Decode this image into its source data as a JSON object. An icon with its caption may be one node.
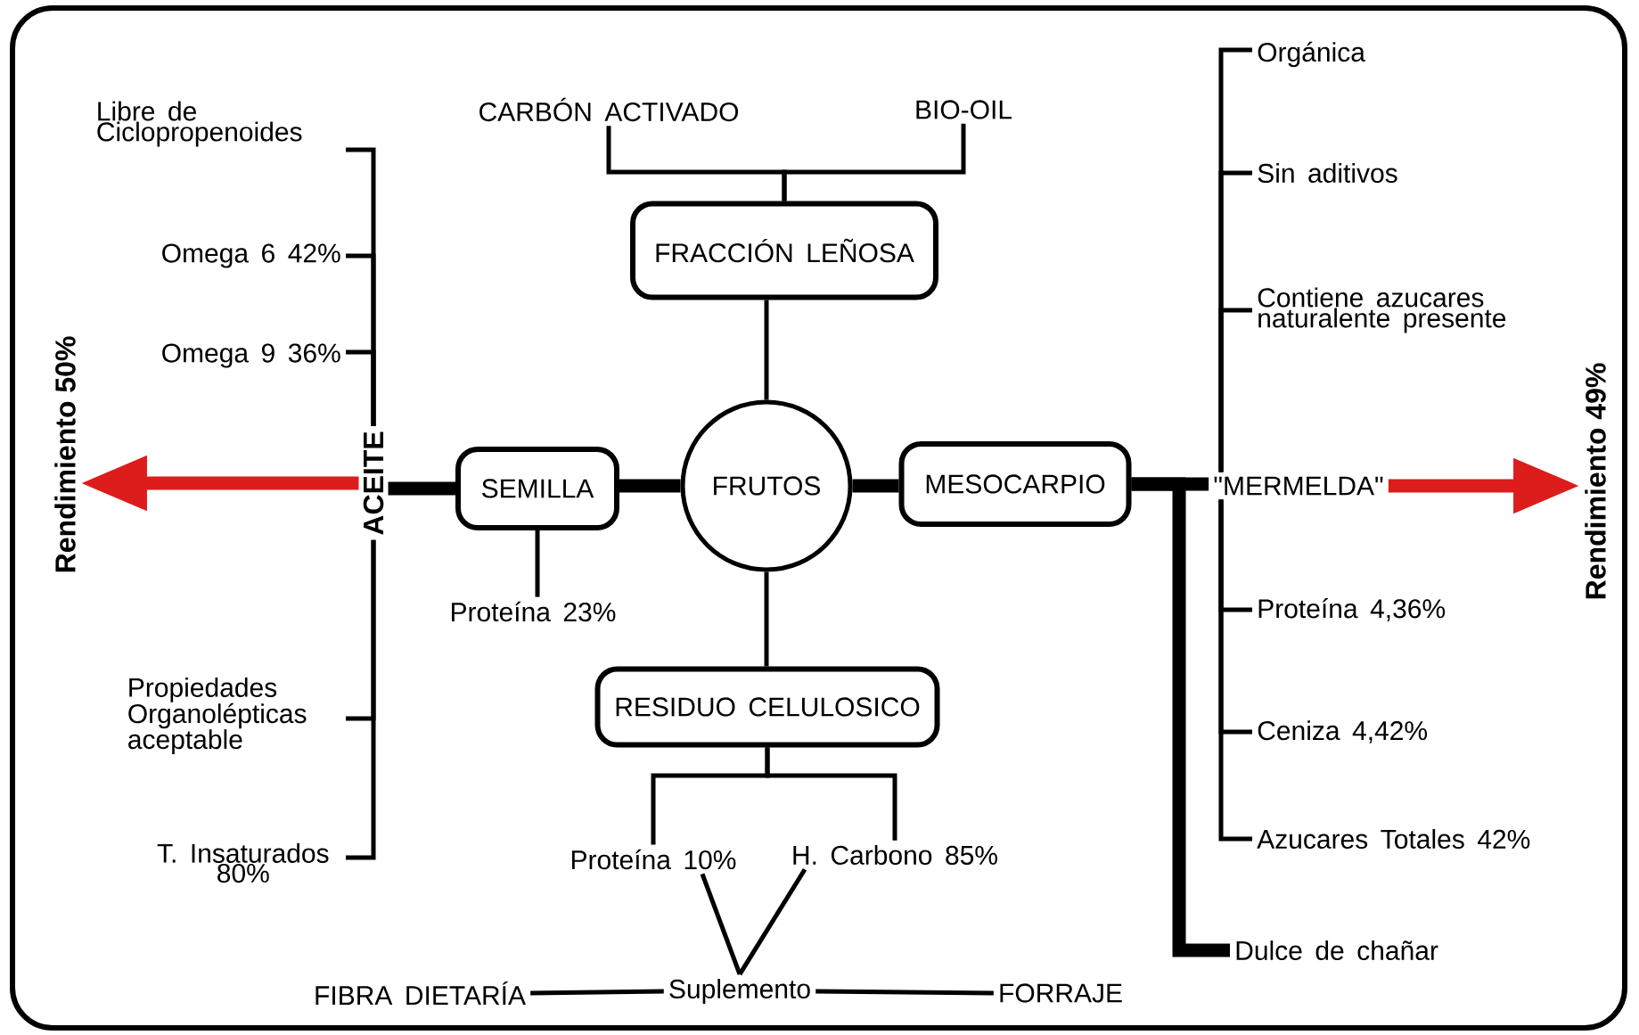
{
  "diagram": {
    "nodes": [
      {
        "text": [
          "FRUTOS"
        ]
      },
      {
        "text": [
          "FRACCIÓN LEÑOSA"
        ]
      },
      {
        "text": [
          "CARBÓN ACTIVADO"
        ]
      },
      {
        "text": [
          "BIO-OIL"
        ]
      },
      {
        "text": [
          "SEMILLA"
        ]
      },
      {
        "text": [
          "Proteína 23%"
        ]
      },
      {
        "text": [
          "ACEITE"
        ]
      },
      {
        "text": [
          "Libre de Ciclopropenoides"
        ]
      },
      {
        "text": [
          "Omega 6 42%"
        ]
      },
      {
        "text": [
          "Omega 9 36%"
        ]
      },
      {
        "text": [
          "Propiedades Organolépticas aceptable"
        ]
      },
      {
        "text": [
          "T. Insaturados 80%"
        ]
      },
      {
        "text": [
          "Rendimiento 50%"
        ]
      },
      {
        "text": [
          "MESOCARPIO"
        ]
      },
      {
        "text": [
          "\"MERMELDA\""
        ]
      },
      {
        "text": [
          "Rendimiento 49%"
        ]
      },
      {
        "text": [
          "Orgánica"
        ]
      },
      {
        "text": [
          "Sin aditivos"
        ]
      },
      {
        "text": [
          "Contiene azucares naturalente presente"
        ]
      },
      {
        "text": [
          "Proteína 4,36%"
        ]
      },
      {
        "text": [
          "Ceniza 4,42%"
        ]
      },
      {
        "text": [
          "Azucares Totales 42%"
        ]
      },
      {
        "text": [
          "Dulce de chañar"
        ]
      },
      {
        "text": [
          "RESIDUO CELULOSICO"
        ]
      },
      {
        "text": [
          "Proteína 10%"
        ]
      },
      {
        "text": [
          "H. Carbono 85%"
        ]
      },
      {
        "text": [
          "Suplemento"
        ]
      },
      {
        "text": [
          "FIBRA DIETARÍA"
        ]
      },
      {
        "text": [
          "FORRAJE"
        ]
      }
    ],
    "edges": [
      {
        "from": 0,
        "to": 1,
        "arrow": "none"
      },
      {
        "from": 1,
        "to": 2,
        "arrow": "none"
      },
      {
        "from": 1,
        "to": 3,
        "arrow": "none"
      },
      {
        "from": 0,
        "to": 4,
        "arrow": "none",
        "style": "thick"
      },
      {
        "from": 4,
        "to": 5,
        "arrow": "none"
      },
      {
        "from": 4,
        "to": 6,
        "arrow": "none",
        "style": "thick"
      },
      {
        "from": 6,
        "to": 7,
        "arrow": "none"
      },
      {
        "from": 6,
        "to": 8,
        "arrow": "none"
      },
      {
        "from": 6,
        "to": 9,
        "arrow": "none"
      },
      {
        "from": 6,
        "to": 10,
        "arrow": "none"
      },
      {
        "from": 6,
        "to": 11,
        "arrow": "none"
      },
      {
        "from": 6,
        "to": 12,
        "arrow": "to",
        "style": "thick",
        "color": "#dd1c1c"
      },
      {
        "from": 0,
        "to": 13,
        "arrow": "none",
        "style": "thick"
      },
      {
        "from": 13,
        "to": 14,
        "arrow": "none",
        "style": "thick"
      },
      {
        "from": 13,
        "to": 22,
        "arrow": "none",
        "style": "thick"
      },
      {
        "from": 14,
        "to": 15,
        "arrow": "to",
        "style": "thick",
        "color": "#dd1c1c"
      },
      {
        "from": 14,
        "to": 16,
        "arrow": "none"
      },
      {
        "from": 14,
        "to": 17,
        "arrow": "none"
      },
      {
        "from": 14,
        "to": 18,
        "arrow": "none"
      },
      {
        "from": 14,
        "to": 19,
        "arrow": "none"
      },
      {
        "from": 14,
        "to": 20,
        "arrow": "none"
      },
      {
        "from": 14,
        "to": 21,
        "arrow": "none"
      },
      {
        "from": 0,
        "to": 23,
        "arrow": "none"
      },
      {
        "from": 23,
        "to": 24,
        "arrow": "none"
      },
      {
        "from": 23,
        "to": 25,
        "arrow": "none"
      },
      {
        "from": 24,
        "to": 26,
        "arrow": "none"
      },
      {
        "from": 25,
        "to": 26,
        "arrow": "none"
      },
      {
        "from": 26,
        "to": 27,
        "arrow": "none"
      },
      {
        "from": 26,
        "to": 28,
        "arrow": "none"
      }
    ]
  }
}
